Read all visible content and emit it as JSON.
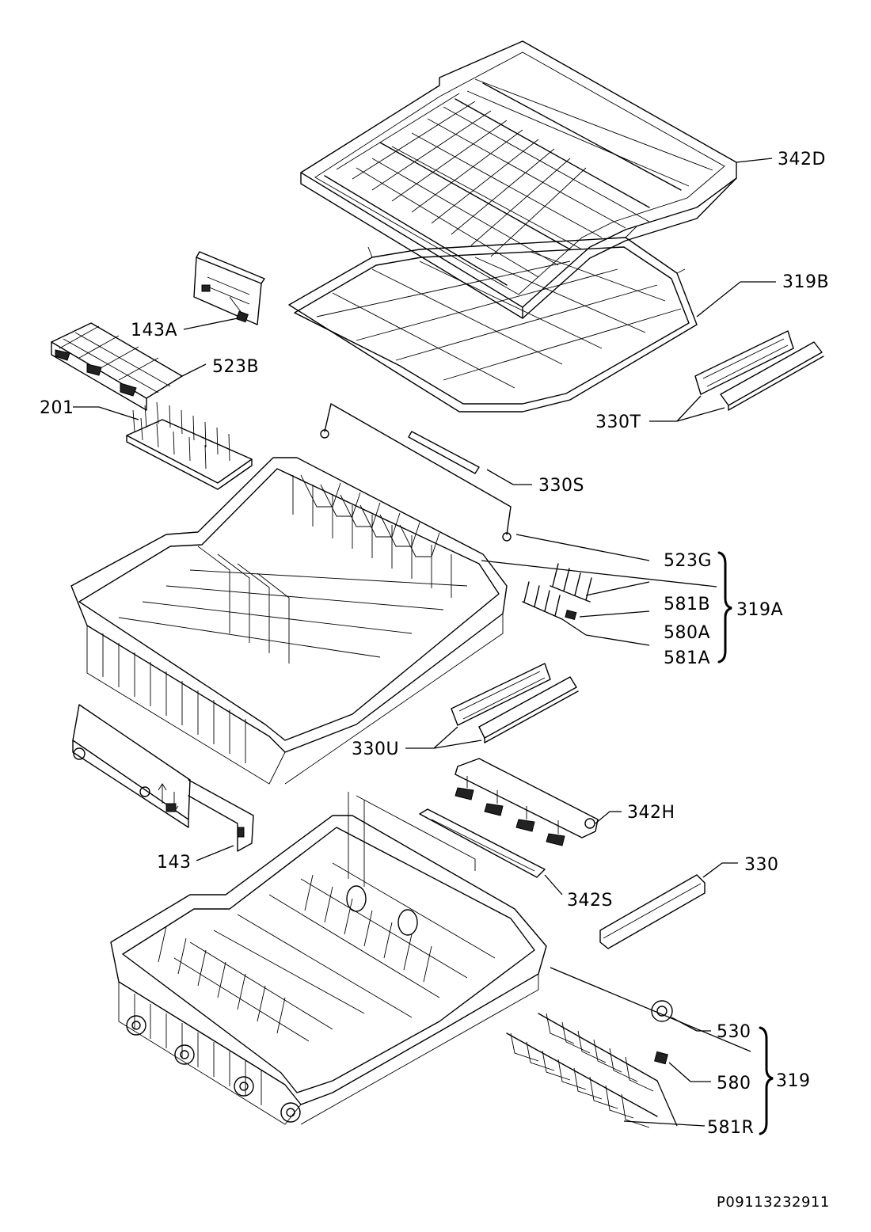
{
  "labels": {
    "p342D": "342D",
    "p319B": "319B",
    "p143A": "143A",
    "p523B": "523B",
    "p201": "201",
    "p330T": "330T",
    "p330S": "330S",
    "p523G": "523G",
    "p581B": "581B",
    "p580A": "580A",
    "p581A": "581A",
    "p319A": "319A",
    "p330U": "330U",
    "p342H": "342H",
    "p143": "143",
    "p342S": "342S",
    "p330": "330",
    "p530": "530",
    "p580": "580",
    "p581R": "581R",
    "p319": "319"
  },
  "drawing_reference": "P09113232911"
}
